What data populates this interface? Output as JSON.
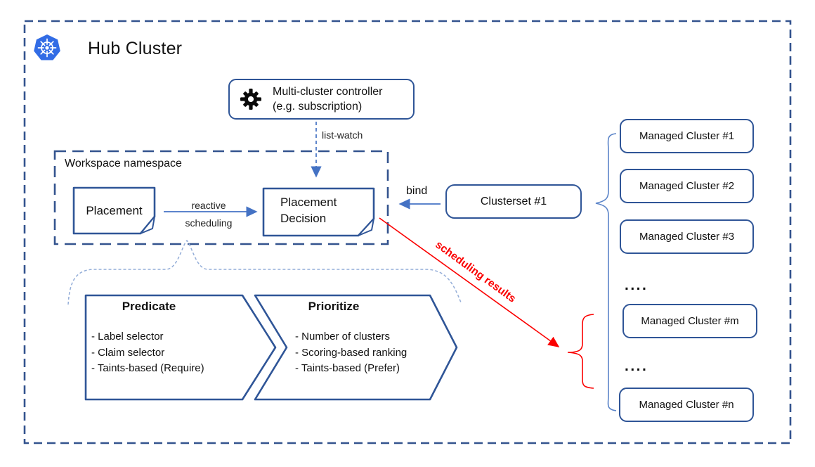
{
  "title": "Hub Cluster",
  "controller": {
    "line1": "Multi-cluster controller",
    "line2": "(e.g. subscription)"
  },
  "labels": {
    "list_watch": "list-watch",
    "reactive_line1": "reactive",
    "reactive_line2": "scheduling",
    "bind": "bind",
    "scheduling_results": "scheduling results"
  },
  "workspace": {
    "title": "Workspace namespace",
    "placement": "Placement",
    "decision_line1": "Placement",
    "decision_line2": "Decision"
  },
  "clusterset": {
    "label": "Clusterset #1"
  },
  "managed_clusters": [
    "Managed Cluster #1",
    "Managed Cluster #2",
    "Managed Cluster #3",
    "Managed Cluster #m",
    "Managed Cluster #n"
  ],
  "dots": "....",
  "predicate": {
    "title": "Predicate",
    "items": [
      "- Label selector",
      "- Claim selector",
      "- Taints-based (Require)"
    ]
  },
  "prioritize": {
    "title": "Prioritize",
    "items": [
      "- Number of clusters",
      "- Scoring-based ranking",
      "- Taints-based (Prefer)"
    ]
  },
  "colors": {
    "navy_border": "#2f5597",
    "dashed_frame": "#33538e",
    "arrow_blue": "#4472c4",
    "brace_blue": "#5b84c8",
    "light_dashed_brace": "#93add8",
    "red": "#fb0000",
    "kubernetes_blue": "#326ce5"
  }
}
